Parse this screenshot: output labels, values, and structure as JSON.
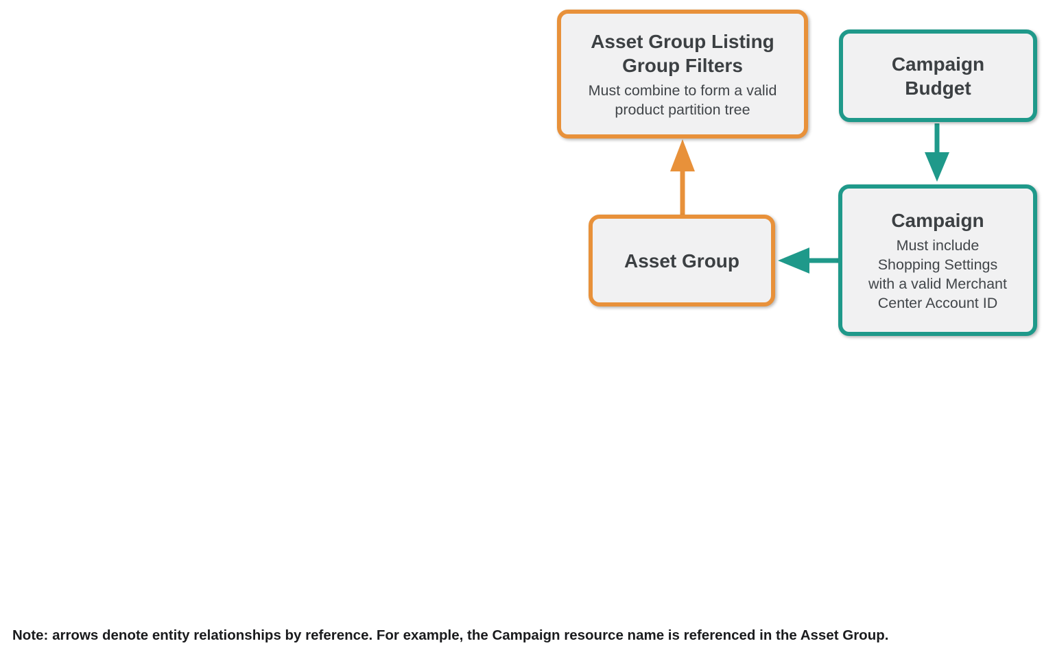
{
  "colors": {
    "orange": "#E8913A",
    "teal": "#1F998A",
    "box_fill": "#F1F1F2",
    "title_text": "#3C4043",
    "subtitle_text": "#414549",
    "note_text": "#1A1B1D",
    "background": "#FFFFFF"
  },
  "diagram": {
    "boxes": [
      {
        "id": "asset-group-listing-group-filters",
        "title": "Asset Group Listing\nGroup Filters",
        "subtitle": "Must combine to form a valid\nproduct partition tree",
        "accent": "orange"
      },
      {
        "id": "campaign-budget",
        "title": "Campaign\nBudget",
        "subtitle": "",
        "accent": "teal"
      },
      {
        "id": "asset-group",
        "title": "Asset Group",
        "subtitle": "",
        "accent": "orange"
      },
      {
        "id": "campaign",
        "title": "Campaign",
        "subtitle": "Must include\nShopping Settings\nwith a valid Merchant\nCenter Account ID",
        "accent": "teal"
      }
    ],
    "arrows": [
      {
        "from": "asset-group",
        "to": "asset-group-listing-group-filters",
        "color": "orange",
        "direction": "up"
      },
      {
        "from": "campaign-budget",
        "to": "campaign",
        "color": "teal",
        "direction": "down"
      },
      {
        "from": "campaign",
        "to": "asset-group",
        "color": "teal",
        "direction": "left"
      }
    ]
  },
  "note": {
    "text": "Note: arrows denote entity relationships by reference. For example, the Campaign resource name is referenced in the Asset Group."
  }
}
